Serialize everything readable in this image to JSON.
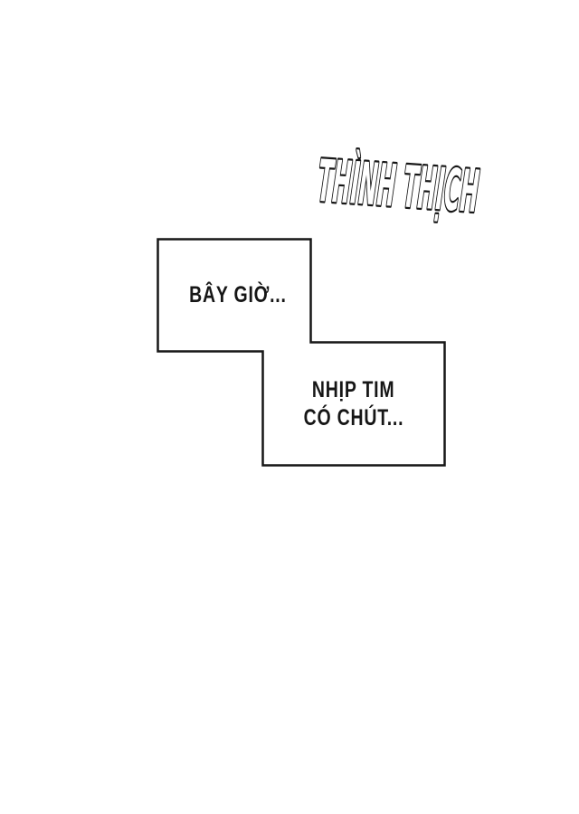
{
  "page": {
    "background_color": "#ffffff",
    "ink_color": "#161616",
    "kind": "comic-panel"
  },
  "sfx": {
    "text": "THÌNH THỊCH"
  },
  "captions": [
    {
      "id": "box-1",
      "lines": [
        "BÂY GIỜ..."
      ]
    },
    {
      "id": "box-2",
      "lines": [
        "NHỊP TIM",
        "CÓ CHÚT..."
      ]
    }
  ]
}
